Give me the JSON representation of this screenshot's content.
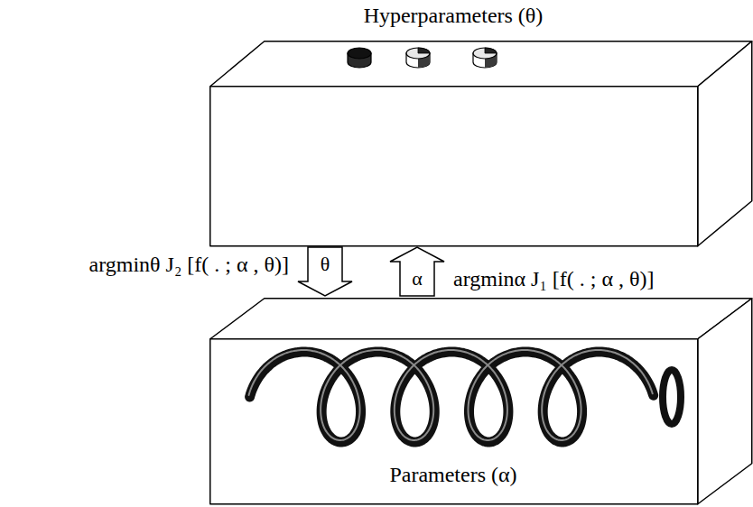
{
  "diagram": {
    "nodes": [
      {
        "text": [
          "Hyperparameters (θ)"
        ]
      },
      {
        "text": [
          "Parameters (α)"
        ]
      }
    ],
    "edges": [
      {
        "from": 0,
        "to": 1,
        "arrow": "to",
        "label": "θ"
      },
      {
        "from": 1,
        "to": 0,
        "arrow": "to",
        "label": "α"
      }
    ],
    "labels": [
      "argminθ J₂ [f( . ; α , θ)]",
      "argminα J₁ [f( . ; α , θ)]"
    ]
  }
}
